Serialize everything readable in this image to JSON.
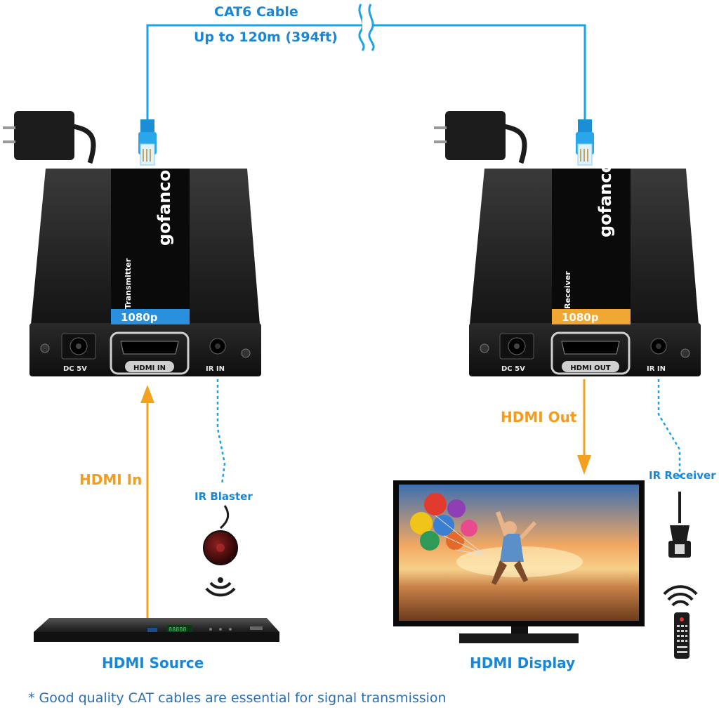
{
  "cable": {
    "title": "CAT6 Cable",
    "range": "Up to 120m (394ft)"
  },
  "transmitter": {
    "brand": "gofanco",
    "model_label": "Transmitter",
    "resolution": "1080p",
    "port_dc": "DC 5V",
    "port_hdmi": "HDMI IN",
    "port_ir": "IR IN",
    "badge_color": "#2a8fdc"
  },
  "receiver": {
    "brand": "gofanco",
    "model_label": "Receiver",
    "resolution": "1080p",
    "port_dc": "DC 5V",
    "port_hdmi": "HDMI OUT",
    "port_ir": "IR IN",
    "badge_color": "#f0a733"
  },
  "labels": {
    "hdmi_in": "HDMI In",
    "hdmi_out": "HDMI Out",
    "ir_blaster": "IR Blaster",
    "ir_receiver": "IR Receiver",
    "hdmi_source": "HDMI Source",
    "hdmi_display": "HDMI Display"
  },
  "footnote": "* Good quality CAT cables are essential for signal transmission",
  "colors": {
    "cable_blue": "#1aa3e8",
    "arrow_orange": "#f3a11f",
    "label_blue": "#1a86d6",
    "device_body": "#1c1c1c"
  },
  "icons": [
    "power-adapter-icon",
    "rj45-plug-icon",
    "ir-blaster-icon",
    "ir-receiver-icon",
    "wireless-signal-icon",
    "remote-control-icon",
    "blu-ray-player-icon",
    "tv-display-icon"
  ]
}
